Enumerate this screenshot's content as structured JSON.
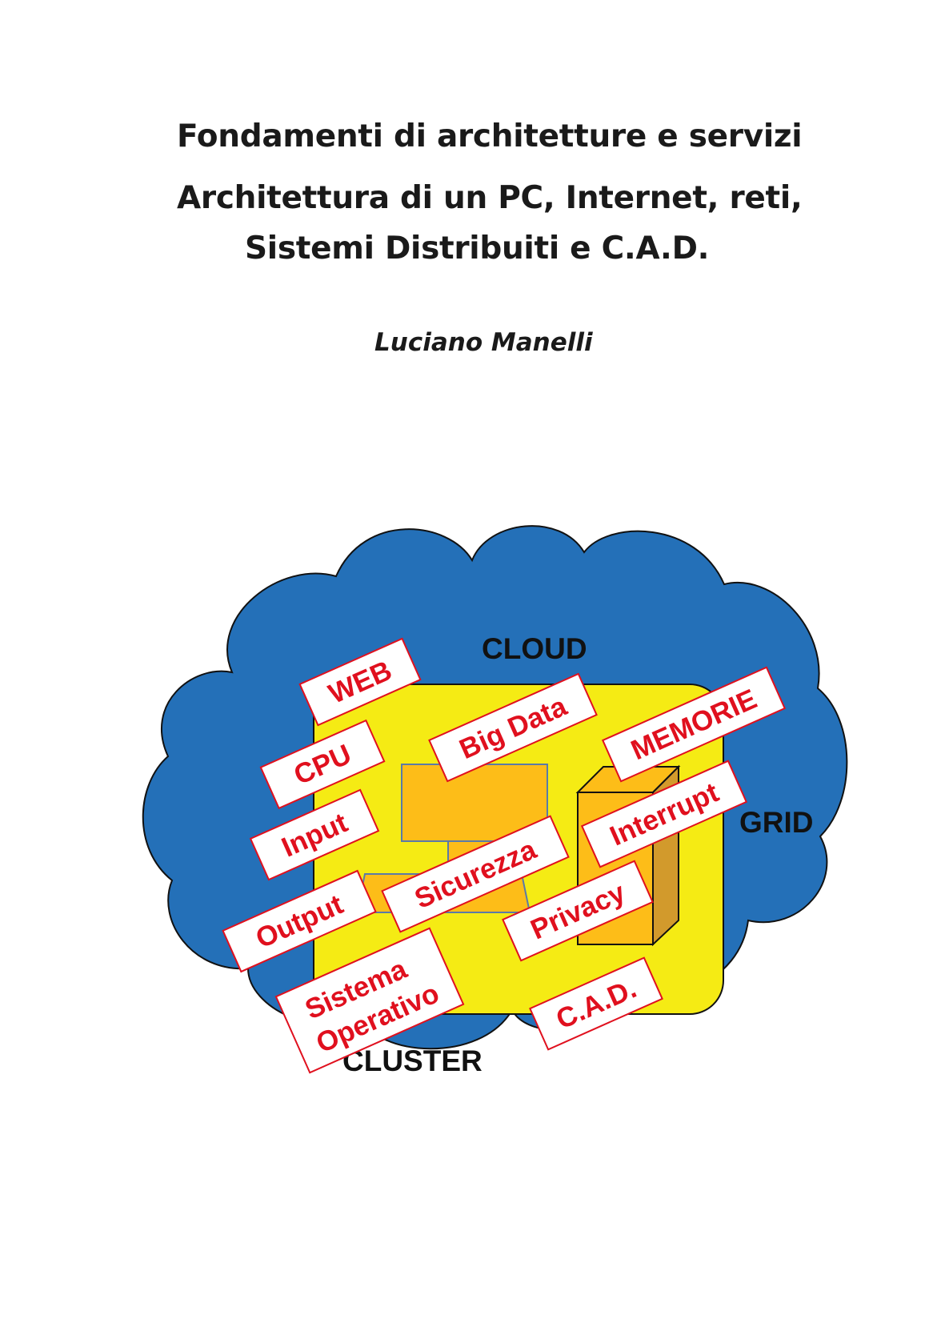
{
  "cover": {
    "title_line_1": "Fondamenti di architetture e servizi",
    "title_line_2": "Architettura di un PC, Internet, reti,",
    "title_line_3": "Sistemi Distribuiti e C.A.D.",
    "author": "Luciano Manelli"
  },
  "diagram": {
    "regions": {
      "cloud": "CLOUD",
      "grid": "GRID",
      "cluster": "CLUSTER"
    },
    "tags": {
      "web": "WEB",
      "cpu": "CPU",
      "input": "Input",
      "output": "Output",
      "big_data": "Big Data",
      "memorie": "MEMORIE",
      "interrupt": "Interrupt",
      "sicurezza": "Sicurezza",
      "privacy": "Privacy",
      "sistema_operativo_line_1": "Sistema",
      "sistema_operativo_line_2": "Operativo",
      "cad": "C.A.D."
    },
    "colors": {
      "cloud_fill": "#2470b8",
      "grid_fill": "#f5eb14",
      "component_fill": "#fdbd18",
      "component_side": "#d29a2c",
      "tag_text": "#e0101e",
      "tag_border": "#e0101e"
    }
  }
}
